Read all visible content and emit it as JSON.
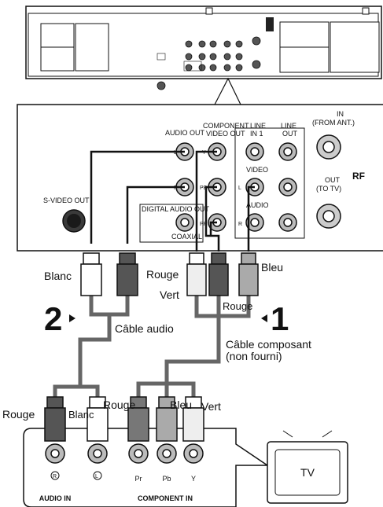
{
  "panel": {
    "audio_out": "AUDIO OUT",
    "component": "COMPONENT",
    "video_out": "VIDEO OUT",
    "line": "LINE",
    "in1": "IN 1",
    "line2": "LINE",
    "out": "OUT",
    "in_top": "IN",
    "from_ant": "(FROM ANT.)",
    "out_rf": "OUT",
    "to_tv": "(TO TV)",
    "rf": "RF",
    "svideo_out": "S-VIDEO OUT",
    "video": "VIDEO",
    "audio": "AUDIO",
    "digital_audio_out": "DIGITAL AUDIO OUT",
    "coaxial": "COAXIAL",
    "L": "L",
    "R": "R",
    "Y": "Y",
    "PB": "PB",
    "PR": "PR",
    "VL": "L",
    "AR": "R"
  },
  "cables": {
    "blanc": "Blanc",
    "rouge": "Rouge",
    "bleu": "Bleu",
    "vert": "Vert",
    "rouge_mid": "Rouge",
    "cable_audio": "Câble audio",
    "cable_comp_1": "Câble composant",
    "cable_comp_2": "(non fourni)",
    "step2": "2",
    "step1": "1"
  },
  "tv": {
    "rouge": "Rouge",
    "blanc": "Blanc",
    "rouge2": "Rouge",
    "bleu": "Bleu",
    "vert": "Vert",
    "audio_in": "AUDIO IN",
    "component_in": "COMPONENT IN",
    "r": "R",
    "l": "L",
    "pr": "Pr",
    "pb": "Pb",
    "y": "Y",
    "tv_label": "TV"
  }
}
